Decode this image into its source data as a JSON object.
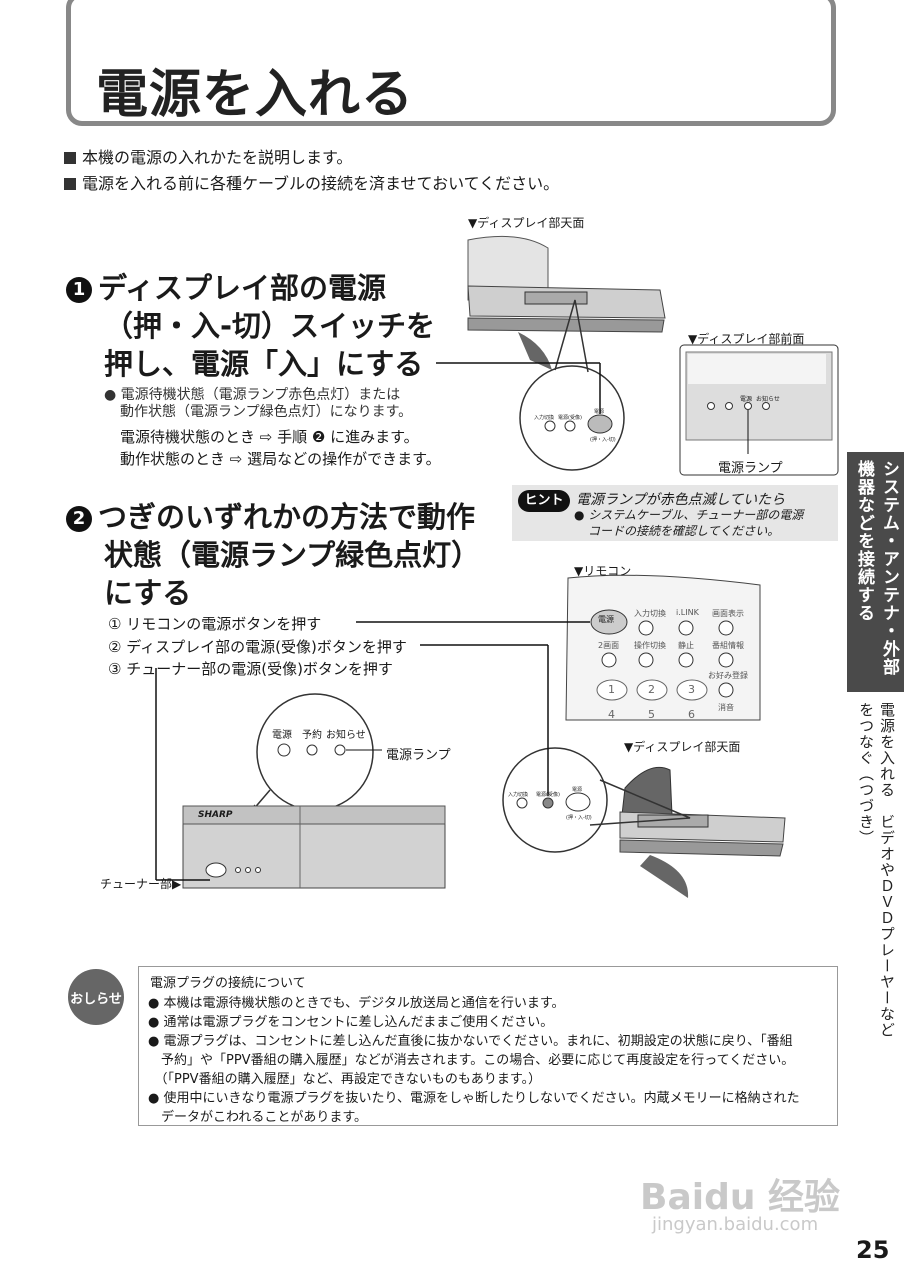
{
  "title": "電源を入れる",
  "intro": [
    "本機の電源の入れかたを説明します。",
    "電源を入れる前に各種ケーブルの接続を済ませておいてください。"
  ],
  "step1": {
    "number": "1",
    "title_lines": [
      "ディスプレイ部の電源",
      "（押・入-切）スイッチを",
      "押し、電源「入」にする"
    ],
    "note_lines": [
      "電源待機状態（電源ランプ赤色点灯）または",
      "動作状態（電源ランプ緑色点灯）になります。"
    ],
    "standby": "電源待機状態のとき ⇨ 手順 ❷ に進みます。",
    "active": "動作状態のとき ⇨ 選局などの操作ができます。"
  },
  "step2": {
    "number": "2",
    "title_lines": [
      "つぎのいずれかの方法で動作",
      "状態（電源ランプ緑色点灯）",
      "にする"
    ],
    "methods": [
      "① リモコンの電源ボタンを押す",
      "② ディスプレイ部の電源(受像)ボタンを押す",
      "③ チューナー部の電源(受像)ボタンを押す"
    ]
  },
  "diagrams": {
    "display_top": "▼ディスプレイ部天面",
    "display_front": "▼ディスプレイ部前面",
    "power_lamp": "電源ランプ",
    "remote": "▼リモコン",
    "display_top2": "▼ディスプレイ部天面",
    "tuner": "チューナー部▶",
    "tuner_lamp": "電源ランプ",
    "tuner_labels": [
      "電源",
      "予約",
      "お知らせ"
    ],
    "brand": "SHARP",
    "zoom1_labels": [
      "入力切換",
      "電源(受像)",
      "電源",
      "(押・入-切)"
    ],
    "zoom2_labels": [
      "入力切換",
      "電源(受像)",
      "電源",
      "(押・入-切)"
    ],
    "front_labels": [
      "電源",
      "お知らせ"
    ],
    "remote_buttons": [
      "電源",
      "入力切換",
      "i.LINK",
      "画面表示",
      "2画面",
      "操作切換",
      "静止",
      "番組情報",
      "1",
      "2",
      "3",
      "お好み登録",
      "消音",
      "4",
      "5",
      "6"
    ]
  },
  "hint": {
    "badge": "ヒント",
    "title": "電源ランプが赤色点滅していたら",
    "lines": [
      "システムケーブル、チューナー部の電源",
      "コードの接続を確認してください。"
    ]
  },
  "tab": {
    "main": "システム・アンテナ・外部機器などを接続する",
    "sub": "電源を入れる　ビデオやＤＶＤプレーヤーなどをつなぐ（つづき）"
  },
  "notice": {
    "badge": "おしらせ",
    "title": "電源プラグの接続について",
    "lines": [
      "● 本機は電源待機状態のときでも、デジタル放送局と通信を行います。",
      "● 通常は電源プラグをコンセントに差し込んだままご使用ください。",
      "● 電源プラグは、コンセントに差し込んだ直後に抜かないでください。まれに、初期設定の状態に戻り、「番組",
      "　予約」や「PPV番組の購入履歴」などが消去されます。この場合、必要に応じて再度設定を行ってください。",
      "　（「PPV番組の購入履歴」など、再設定できないものもあります。）",
      "● 使用中にいきなり電源プラグを抜いたり、電源をしゃ断したりしないでください。内蔵メモリーに格納された",
      "　データがこわれることがあります。"
    ]
  },
  "watermark": {
    "logo": "Baidu 经验",
    "url": "jingyan.baidu.com"
  },
  "page_number": "25"
}
